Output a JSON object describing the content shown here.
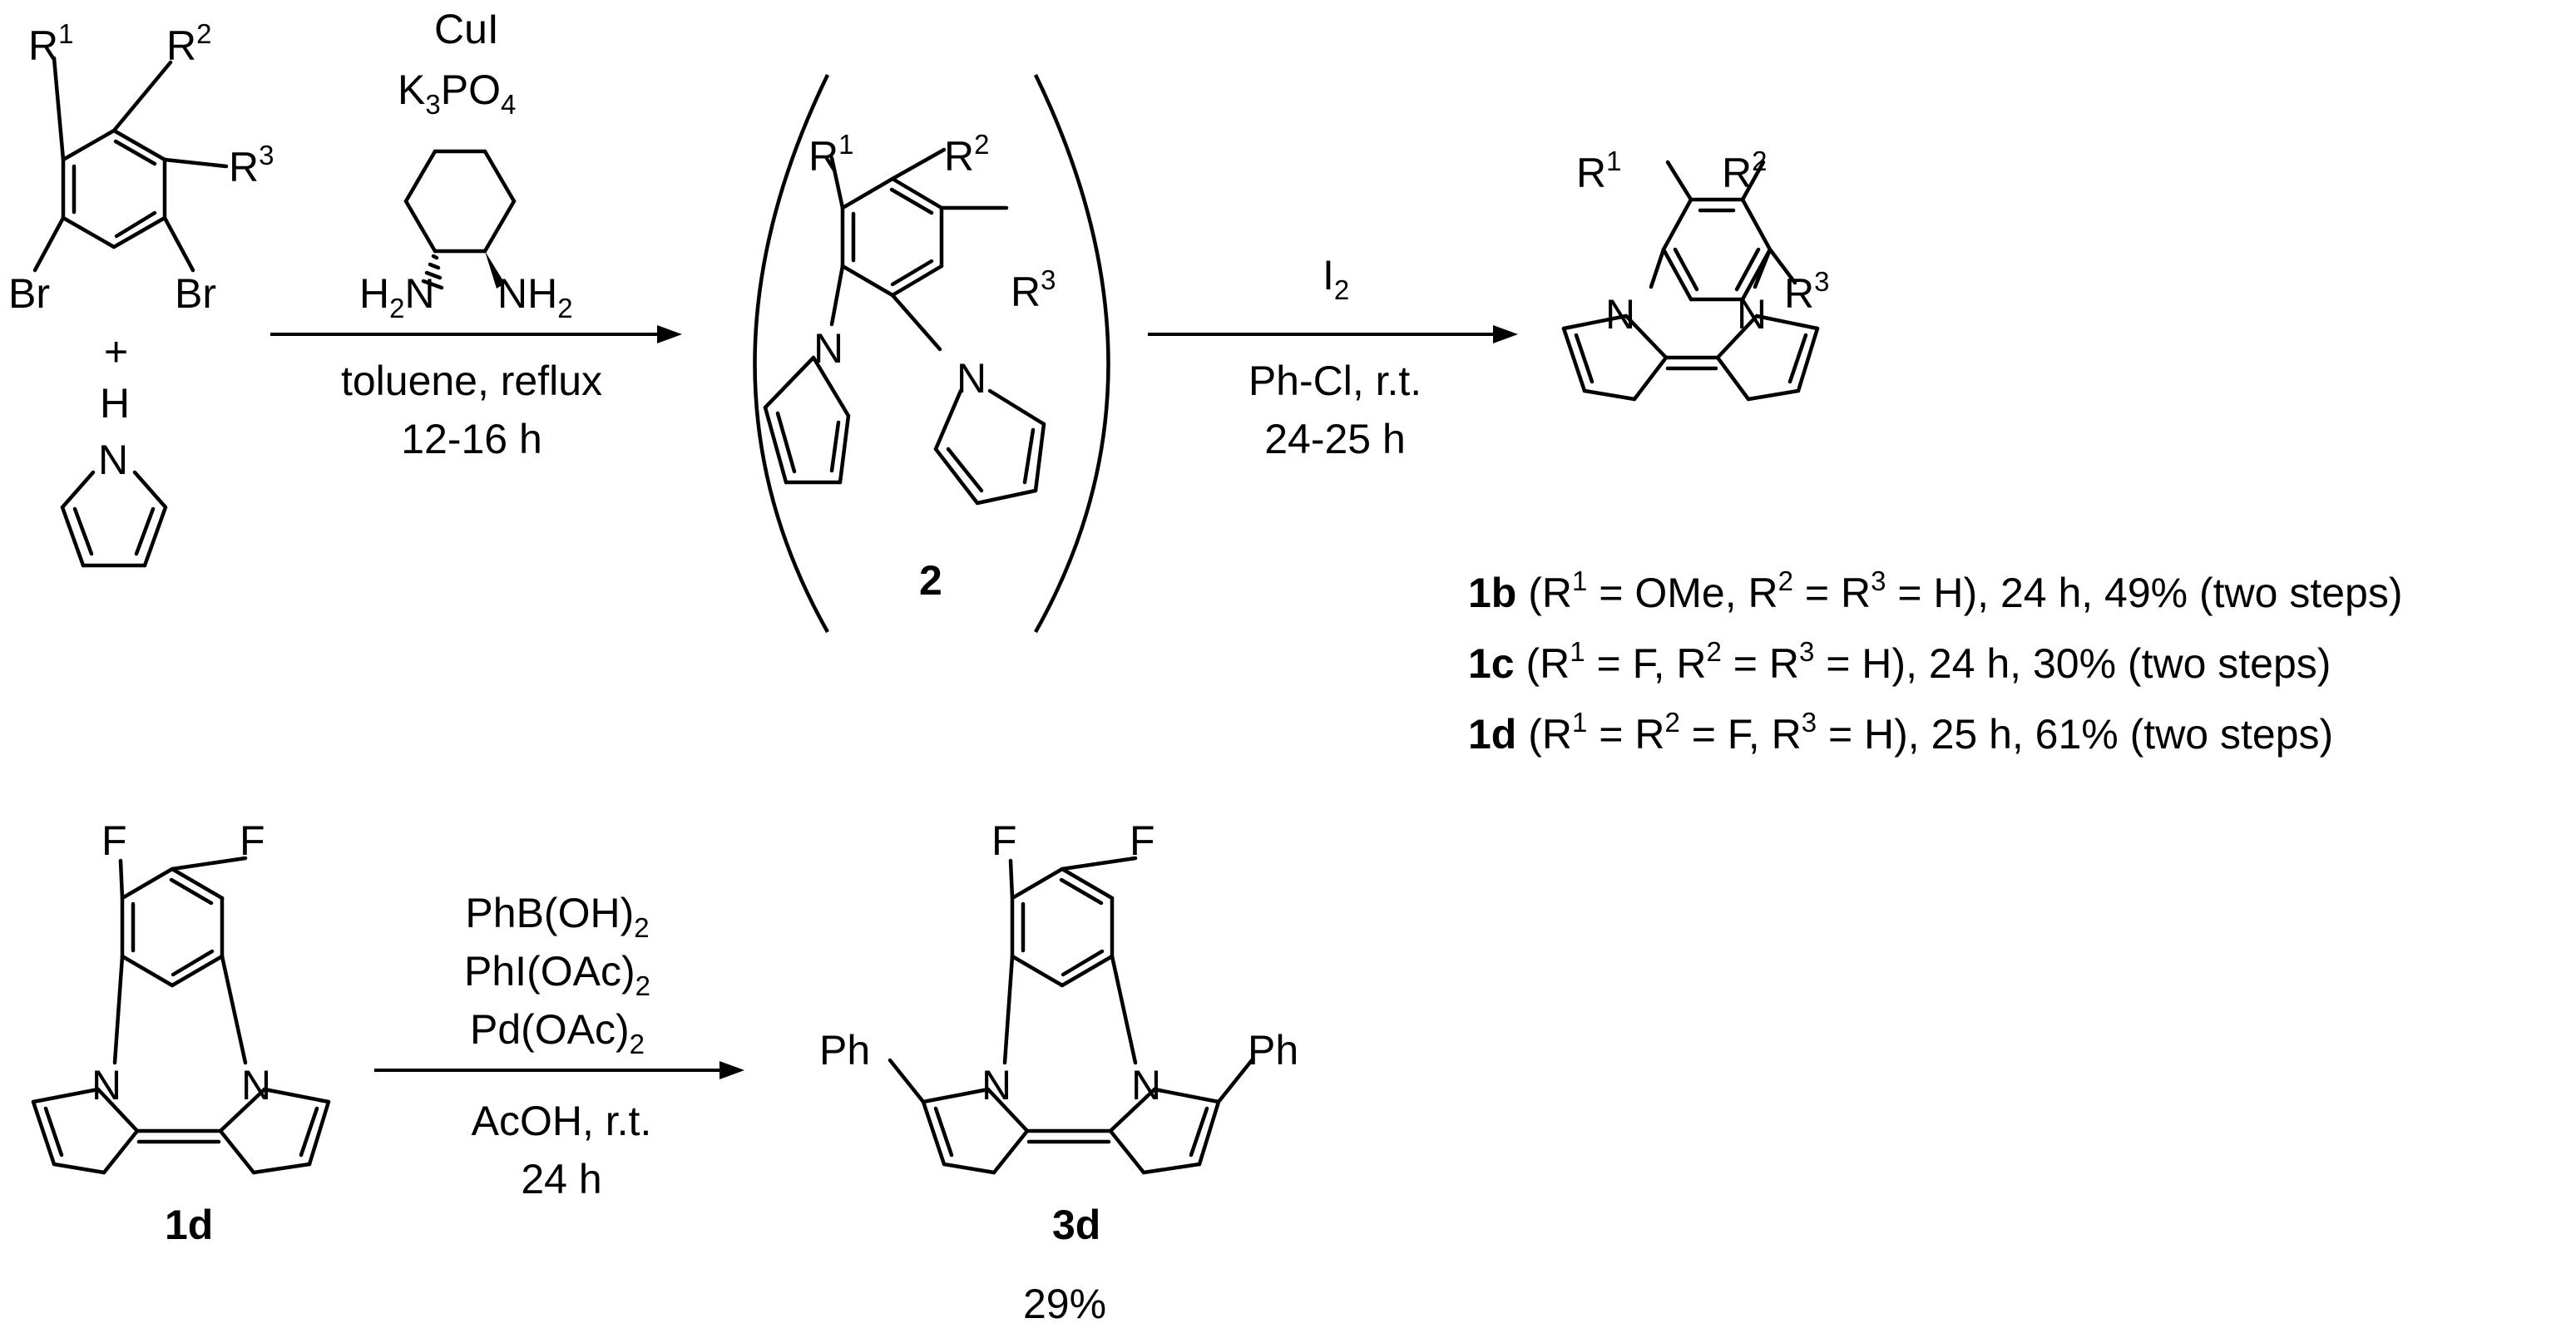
{
  "step1": {
    "reagents": {
      "cui": "CuI",
      "k3po4_k": "K",
      "k3po4_3": "3",
      "k3po4_po": "PO",
      "k3po4_4": "4",
      "diamine_left_h": "H",
      "diamine_left_2": "2",
      "diamine_left_n": "N",
      "diamine_right_nh": "NH",
      "diamine_right_2": "2"
    },
    "conditions": {
      "solvent": "toluene, reflux",
      "time": "12-16 h"
    },
    "plus": "+"
  },
  "step2": {
    "reagent_i": "I",
    "reagent_i_sub": "2",
    "conditions": {
      "solvent": "Ph-Cl, r.t.",
      "time": "24-25 h"
    }
  },
  "step3": {
    "reagents": [
      "PhB(OH)",
      "PhI(OAc)",
      "Pd(OAc)"
    ],
    "reagent_subs": [
      "2",
      "2",
      "2"
    ],
    "conditions": {
      "solvent": "AcOH, r.t.",
      "time": "24 h"
    }
  },
  "atoms": {
    "r": "R",
    "r1": "1",
    "r2": "2",
    "r3": "3",
    "br": "Br",
    "n": "N",
    "h": "H",
    "f": "F",
    "ph": "Ph"
  },
  "compounds": {
    "intermediate": "2",
    "start_bottom": "1d",
    "product_bottom": "3d",
    "product_bottom_yield": "29%"
  },
  "results": [
    {
      "id": "1b",
      "pre": " (R",
      "s1": "1",
      "mid1": " = OMe, R",
      "s2": "2",
      "mid2": " = R",
      "s3": "3",
      "tail": " = H), 24 h, 49% (two steps)"
    },
    {
      "id": "1c",
      "pre": " (R",
      "s1": "1",
      "mid1": " = F,  R",
      "s2": "2",
      "mid2": " = R",
      "s3": "3",
      "tail": " = H), 24 h, 30% (two steps)"
    },
    {
      "id": "1d",
      "pre": " (R",
      "s1": "1",
      "mid1": " = R",
      "s2": "2",
      "mid2": " = F,  R",
      "s3": "3",
      "tail": " = H), 25 h, 61% (two steps)"
    }
  ]
}
